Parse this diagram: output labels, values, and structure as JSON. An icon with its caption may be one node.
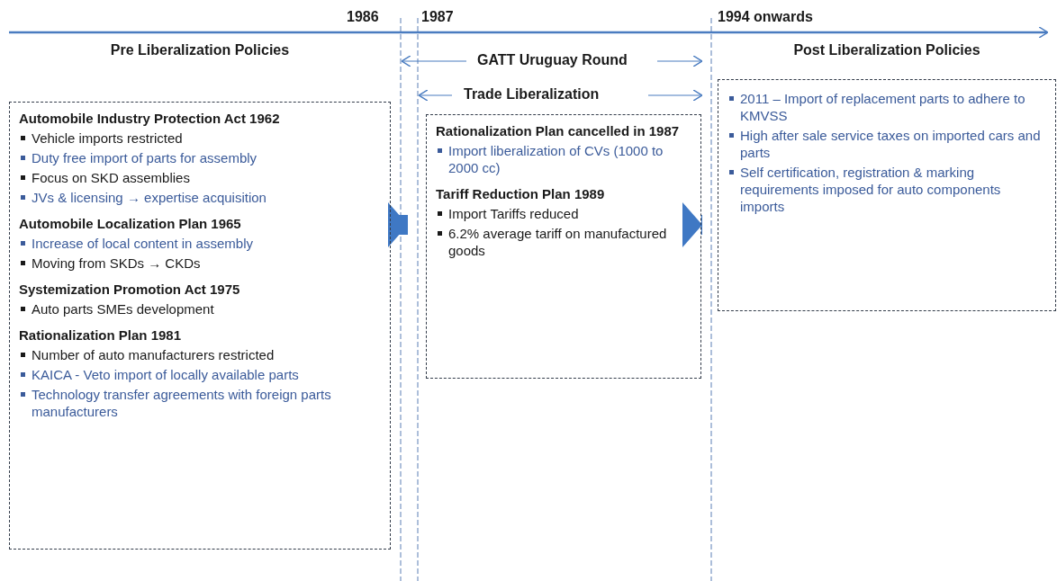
{
  "diagram": {
    "nodes": [
      {
        "text": [
          "Pre Liberalization Policies",
          "Automobile Industry Protection Act 1962",
          "Vehicle imports restricted",
          "Duty free import of parts for assembly",
          "Focus on SKD assemblies",
          "JVs & licensing → expertise acquisition",
          "Automobile Localization Plan 1965",
          "Increase of local content in assembly",
          "Moving from SKDs → CKDs",
          "Systemization Promotion Act 1975",
          "Auto parts SMEs development",
          "Rationalization Plan 1981",
          "Number of auto manufacturers restricted",
          "KAICA - Veto import of locally available parts",
          "Technology transfer agreements with foreign parts manufacturers"
        ]
      },
      {
        "text": [
          "Rationalization Plan cancelled in 1987",
          "Import liberalization of CVs (1000 to 2000 cc)",
          "Tariff Reduction Plan 1989",
          "Import Tariffs reduced",
          "6.2% average tariff on manufactured goods"
        ]
      },
      {
        "text": [
          "Post Liberalization Policies",
          "2011 – Import of replacement parts to adhere to KMVSS",
          "High after sale service taxes on imported cars and parts",
          "Self certification, registration & marking requirements imposed for auto components imports"
        ]
      }
    ],
    "edges": [
      {
        "from": 0,
        "to": 1,
        "arrow": "to"
      },
      {
        "from": 1,
        "to": 2,
        "arrow": "to"
      }
    ],
    "labels": [
      "1986",
      "1987",
      "1994 onwards",
      "GATT Uruguay Round",
      "Trade Liberalization"
    ]
  }
}
